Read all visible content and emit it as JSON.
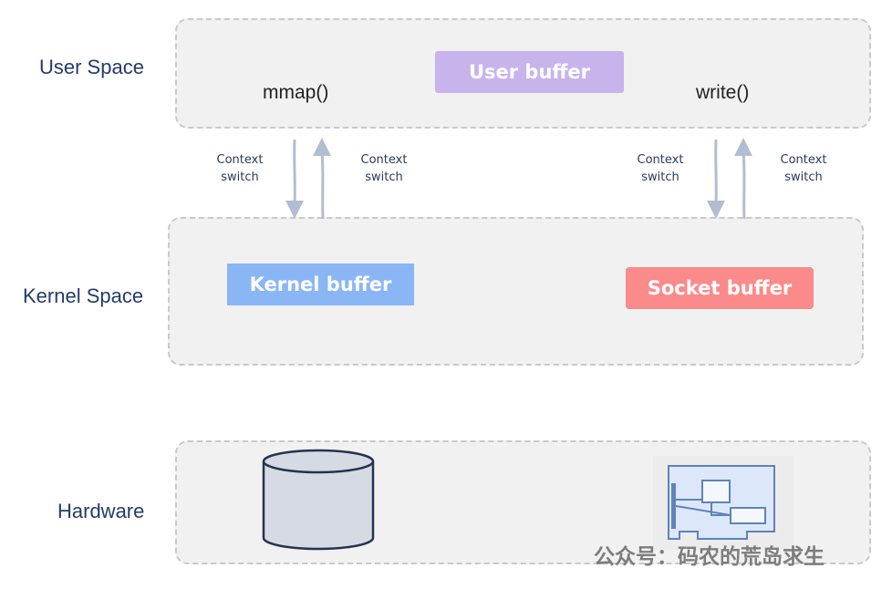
{
  "layers": {
    "user": {
      "label": "User Space"
    },
    "kernel": {
      "label": "Kernel Space"
    },
    "hardware": {
      "label": "Hardware"
    }
  },
  "functions": {
    "mmap": "mmap()",
    "write": "write()"
  },
  "buffers": {
    "user": {
      "label": "User buffer",
      "color": "#c7b4ec"
    },
    "kernel": {
      "label": "Kernel buffer",
      "color": "#8ab6f6"
    },
    "socket": {
      "label": "Socket buffer",
      "color": "#fb8a8a"
    }
  },
  "context_switch": {
    "line1": "Context",
    "line2": "switch"
  },
  "icons": {
    "disk": "disk-cylinder-icon",
    "nic": "network-card-icon"
  },
  "watermark": "公众号：码农的荒岛求生"
}
